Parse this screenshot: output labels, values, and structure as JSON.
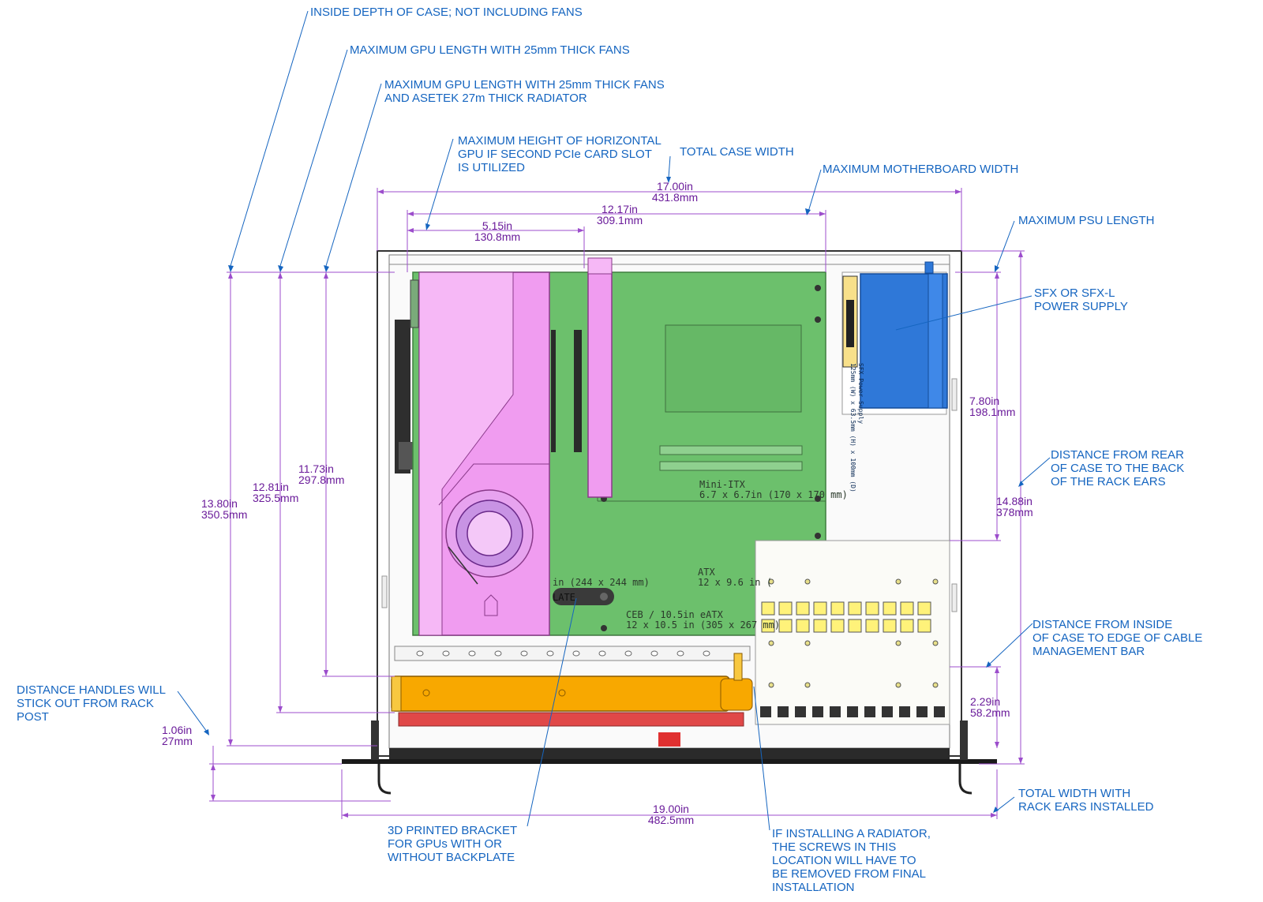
{
  "callouts": {
    "inside_depth": "INSIDE DEPTH OF CASE; NOT INCLUDING FANS",
    "max_gpu_25mm": "MAXIMUM GPU LENGTH WITH 25mm THICK FANS",
    "max_gpu_radiator": "MAXIMUM GPU LENGTH WITH 25mm THICK FANS\nAND ASETEK 27m THICK RADIATOR",
    "max_height_horizontal_gpu": "MAXIMUM HEIGHT OF HORIZONTAL\nGPU IF SECOND PCIe CARD SLOT\nIS UTILIZED",
    "total_case_width": "TOTAL CASE WIDTH",
    "max_motherboard_width": "MAXIMUM MOTHERBOARD WIDTH",
    "max_psu_length": "MAXIMUM PSU LENGTH",
    "sfx_psu": "SFX OR SFX-L\nPOWER SUPPLY",
    "rack_ears_distance": "DISTANCE FROM REAR\nOF CASE TO THE BACK\nOF THE RACK EARS",
    "cable_bar_distance": "DISTANCE FROM INSIDE\nOF CASE TO EDGE OF CABLE\nMANAGEMENT BAR",
    "handles_distance": "DISTANCE HANDLES WILL\nSTICK OUT FROM RACK\nPOST",
    "total_width_ears": "TOTAL WIDTH WITH\nRACK EARS INSTALLED",
    "printed_bracket": "3D PRINTED BRACKET\nFOR GPUs WITH OR\nWITHOUT BACKPLATE",
    "radiator_screws": "IF INSTALLING A RADIATOR,\nTHE SCREWS IN THIS\nLOCATION WILL HAVE TO\nBE REMOVED FROM FINAL\nINSTALLATION"
  },
  "dimensions": {
    "case_width": "17.00in\n431.8mm",
    "mb_width": "12.17in\n309.1mm",
    "gpu_height": "5.15in\n130.8mm",
    "inside_depth": "13.80in\n350.5mm",
    "gpu_25mm": "12.81in\n325.5mm",
    "gpu_radiator": "11.73in\n297.8mm",
    "psu_length": "7.80in\n198.1mm",
    "rack_ears": "14.88in\n378mm",
    "cable_bar": "2.29in\n58.2mm",
    "handles": "1.06in\n27mm",
    "total_width": "19.00in\n482.5mm"
  },
  "pcb_labels": {
    "mini_itx": "Mini-ITX\n6.7 x 6.7in (170 x 170 mm)",
    "atx": "ATX\n12 x 9.6 in (",
    "ceb": "CEB / 10.5in eATX\n12 x 10.5 in (305 x 267 mm)",
    "micro_partial": "in (244 x 244 mm)",
    "plate_partial": "LATE",
    "psu_text": "SFX Power Supply\n125mm (W) x 63.5mm (H) x 100mm (D)"
  },
  "colors": {
    "callout_text": "#1565c0",
    "dimension_text": "#6a1b9a",
    "leader_line": "#1565c0",
    "dimension_line": "#9c4dcc",
    "motherboard": "#6cc06c",
    "gpu": "#f09cf0",
    "psu": "#2f78d8",
    "radiator": "#f8a800",
    "fan": "#e04848"
  }
}
